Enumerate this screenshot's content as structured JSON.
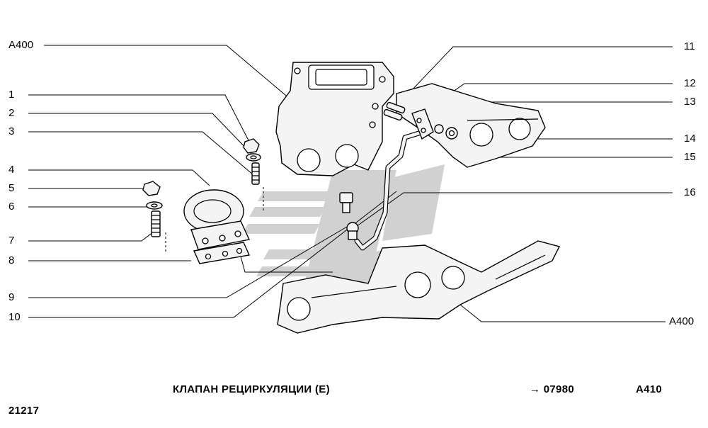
{
  "labels_left": [
    "A400",
    "1",
    "2",
    "3",
    "4",
    "5",
    "6",
    "7",
    "8",
    "9",
    "10"
  ],
  "labels_right": [
    "11",
    "12",
    "13",
    "14",
    "15",
    "16",
    "A400"
  ],
  "caption": {
    "title": "КЛАПАН РЕЦИРКУЛЯЦИИ (Е)",
    "reference": "→ 07980",
    "code": "A410",
    "model": "21217"
  },
  "colors": {
    "ink": "#000000",
    "watermark": "#c8c8c8",
    "part_fill": "#f4f4f4"
  }
}
